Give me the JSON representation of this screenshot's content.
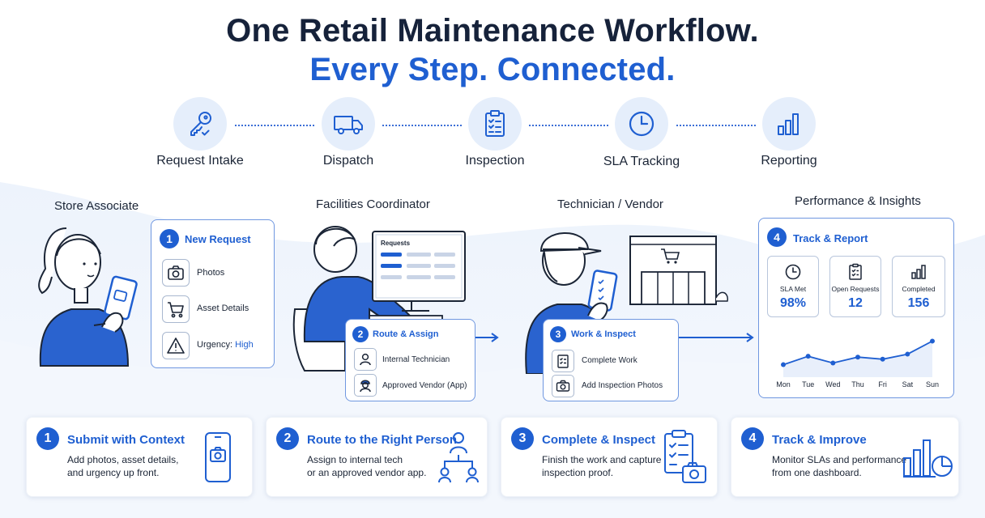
{
  "headline": {
    "line1": "One Retail Maintenance Workflow.",
    "line2": "Every Step. Connected."
  },
  "steps": [
    {
      "label": "Request Intake",
      "icon": "key-icon"
    },
    {
      "label": "Dispatch",
      "icon": "truck-icon"
    },
    {
      "label": "Inspection",
      "icon": "clipboard-icon"
    },
    {
      "label": "SLA Tracking",
      "icon": "clock-icon"
    },
    {
      "label": "Reporting",
      "icon": "bar-chart-icon"
    }
  ],
  "personas": {
    "associate": "Store Associate",
    "coordinator": "Facilities Coordinator",
    "technician": "Technician / Vendor",
    "insights": "Performance & Insights"
  },
  "new_request": {
    "number": "1",
    "title": "New Request",
    "items": [
      {
        "label": "Photos",
        "icon": "camera-icon"
      },
      {
        "label": "Asset Details",
        "icon": "cart-icon"
      },
      {
        "label": "Urgency: ",
        "highlight": "High",
        "icon": "warning-icon"
      }
    ]
  },
  "coordinator_screen": {
    "title": "Requests"
  },
  "route_assign": {
    "number": "2",
    "title": "Route & Assign",
    "items": [
      {
        "label": "Internal Technician",
        "icon": "person-icon"
      },
      {
        "label": "Approved Vendor (App)",
        "icon": "vendor-icon"
      }
    ]
  },
  "work_inspect": {
    "number": "3",
    "title": "Work & Inspect",
    "items": [
      {
        "label": "Complete Work",
        "icon": "checklist-icon"
      },
      {
        "label": "Add Inspection Photos",
        "icon": "camera-icon"
      }
    ]
  },
  "track_report": {
    "number": "4",
    "title": "Track & Report",
    "metrics": [
      {
        "label": "SLA Met",
        "value": "98%",
        "icon": "clock-icon"
      },
      {
        "label": "Open Requests",
        "value": "12",
        "icon": "clipboard-icon"
      },
      {
        "label": "Completed",
        "value": "156",
        "icon": "bar-chart-icon"
      }
    ]
  },
  "chart_data": {
    "type": "line",
    "categories": [
      "Mon",
      "Tue",
      "Wed",
      "Thu",
      "Fri",
      "Sat",
      "Sun"
    ],
    "values": [
      0.22,
      0.42,
      0.26,
      0.4,
      0.35,
      0.47,
      0.78
    ],
    "ylim": [
      0,
      1
    ],
    "grid": false
  },
  "bottom_cards": [
    {
      "number": "1",
      "title": "Submit with Context",
      "desc": "Add photos, asset details,\nand urgency up front.",
      "icon": "phone-camera-icon"
    },
    {
      "number": "2",
      "title": "Route to the Right Person",
      "desc": "Assign to internal tech\nor an approved vendor app.",
      "icon": "org-tree-icon"
    },
    {
      "number": "3",
      "title": "Complete & Inspect",
      "desc": "Finish the work and capture\ninspection proof.",
      "icon": "checklist-camera-icon"
    },
    {
      "number": "4",
      "title": "Track & Improve",
      "desc": "Monitor SLAs and performance\nfrom one dashboard.",
      "icon": "bar-pie-chart-icon"
    }
  ],
  "colors": {
    "accent": "#1f5fd1",
    "dark": "#16223a",
    "soft": "#e5eefb"
  }
}
